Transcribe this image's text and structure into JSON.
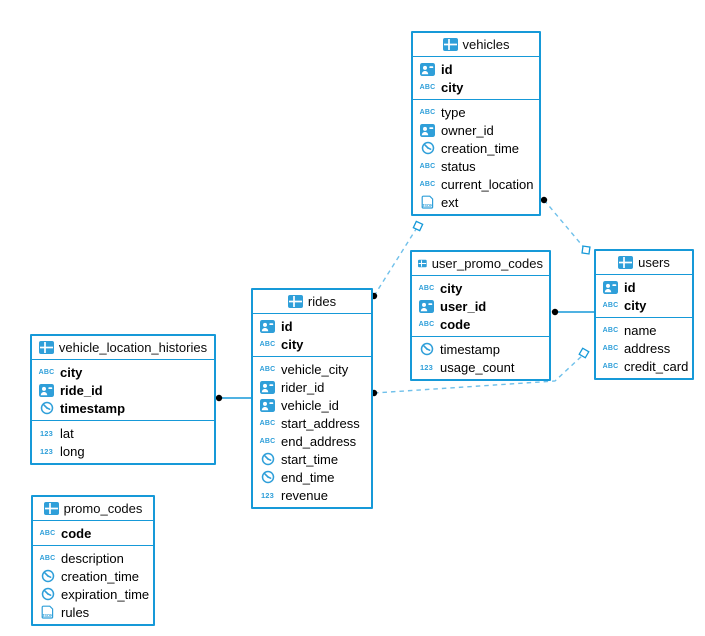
{
  "diagram": {
    "accent_color": "#1699d8",
    "icon_color": "#2f9fd9",
    "dashed_line_color": "#6fc0ea",
    "text_color": "#000000"
  },
  "tables": [
    {
      "id": "vehicles",
      "title": "vehicles",
      "pk": [
        {
          "name": "id",
          "type": "uuid"
        },
        {
          "name": "city",
          "type": "string"
        }
      ],
      "columns": [
        {
          "name": "type",
          "type": "string"
        },
        {
          "name": "owner_id",
          "type": "uuid"
        },
        {
          "name": "creation_time",
          "type": "timestamp"
        },
        {
          "name": "status",
          "type": "string"
        },
        {
          "name": "current_location",
          "type": "string"
        },
        {
          "name": "ext",
          "type": "json"
        }
      ]
    },
    {
      "id": "user_promo_codes",
      "title": "user_promo_codes",
      "pk": [
        {
          "name": "city",
          "type": "string"
        },
        {
          "name": "user_id",
          "type": "uuid"
        },
        {
          "name": "code",
          "type": "string"
        }
      ],
      "columns": [
        {
          "name": "timestamp",
          "type": "timestamp"
        },
        {
          "name": "usage_count",
          "type": "number"
        }
      ]
    },
    {
      "id": "users",
      "title": "users",
      "pk": [
        {
          "name": "id",
          "type": "uuid"
        },
        {
          "name": "city",
          "type": "string"
        }
      ],
      "columns": [
        {
          "name": "name",
          "type": "string"
        },
        {
          "name": "address",
          "type": "string"
        },
        {
          "name": "credit_card",
          "type": "string"
        }
      ]
    },
    {
      "id": "rides",
      "title": "rides",
      "pk": [
        {
          "name": "id",
          "type": "uuid"
        },
        {
          "name": "city",
          "type": "string"
        }
      ],
      "columns": [
        {
          "name": "vehicle_city",
          "type": "string"
        },
        {
          "name": "rider_id",
          "type": "uuid"
        },
        {
          "name": "vehicle_id",
          "type": "uuid"
        },
        {
          "name": "start_address",
          "type": "string"
        },
        {
          "name": "end_address",
          "type": "string"
        },
        {
          "name": "start_time",
          "type": "timestamp"
        },
        {
          "name": "end_time",
          "type": "timestamp"
        },
        {
          "name": "revenue",
          "type": "number"
        }
      ]
    },
    {
      "id": "vehicle_location_histories",
      "title": "vehicle_location_histories",
      "pk": [
        {
          "name": "city",
          "type": "string"
        },
        {
          "name": "ride_id",
          "type": "uuid"
        },
        {
          "name": "timestamp",
          "type": "timestamp"
        }
      ],
      "columns": [
        {
          "name": "lat",
          "type": "number"
        },
        {
          "name": "long",
          "type": "number"
        }
      ]
    },
    {
      "id": "promo_codes",
      "title": "promo_codes",
      "pk": [
        {
          "name": "code",
          "type": "string"
        }
      ],
      "columns": [
        {
          "name": "description",
          "type": "string"
        },
        {
          "name": "creation_time",
          "type": "timestamp"
        },
        {
          "name": "expiration_time",
          "type": "timestamp"
        },
        {
          "name": "rules",
          "type": "json"
        }
      ]
    }
  ],
  "relationships": [
    {
      "from": "rides",
      "to": "vehicles",
      "style": "dashed"
    },
    {
      "from": "vehicles",
      "to": "users",
      "style": "dashed"
    },
    {
      "from": "rides",
      "to": "users",
      "style": "dashed"
    },
    {
      "from": "user_promo_codes",
      "to": "users",
      "style": "solid"
    },
    {
      "from": "vehicle_location_histories",
      "to": "rides",
      "style": "solid"
    }
  ]
}
